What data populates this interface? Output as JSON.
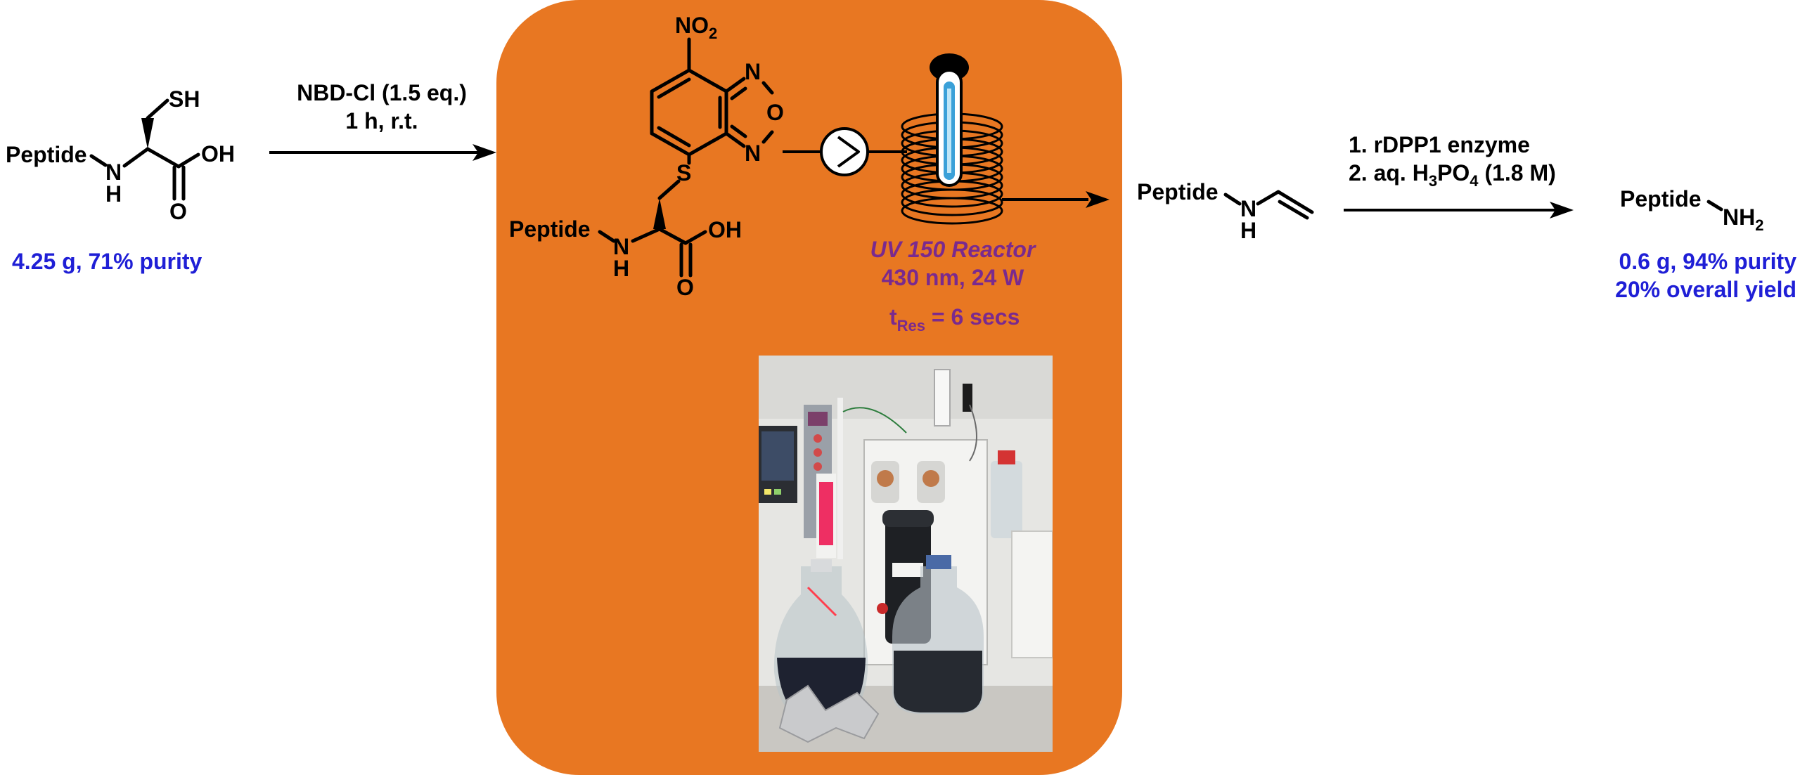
{
  "step1": {
    "reagent_line1": "NBD-Cl (1.5 eq.)",
    "reagent_line2": "1 h, r.t."
  },
  "starting_material": {
    "left_label": "Peptide",
    "sh_label": "SH",
    "nh_label": "N",
    "h_label": "H",
    "oh_label": "OH",
    "o_label": "O",
    "amount": "4.25 g, 71% purity"
  },
  "intermediate": {
    "no2": "NO",
    "no2_sub": "2",
    "n_top": "N",
    "o_ring": "O",
    "n_bottom": "N",
    "s_label": "S",
    "left_label": "Peptide",
    "nh_label": "N",
    "h_label": "H",
    "oh_label": "OH",
    "o_label": "O"
  },
  "reactor": {
    "name": "UV 150 Reactor",
    "spec": "430 nm, 24 W",
    "tres_t": "t",
    "tres_sub": "Res",
    "tres_value": " = 6 secs"
  },
  "vinyl_product": {
    "left_label": "Peptide",
    "nh_label": "N",
    "h_label": "H"
  },
  "step2": {
    "line1": "1. rDPP1 enzyme",
    "line2_prefix": "2. aq. H",
    "line2_sub1": "3",
    "line2_mid": "PO",
    "line2_sub2": "4",
    "line2_suffix": " (1.8 M)"
  },
  "final_product": {
    "label": "Peptide",
    "nh": "NH",
    "nh_sub": "2",
    "line1": "0.6 g, 94% purity",
    "line2": "20% overall yield"
  },
  "colors": {
    "panel_orange": "#e87722",
    "yield_blue": "#1f1fd6",
    "reactor_purple": "#7a2a8e",
    "uv_blue": "#3aa0d8"
  }
}
